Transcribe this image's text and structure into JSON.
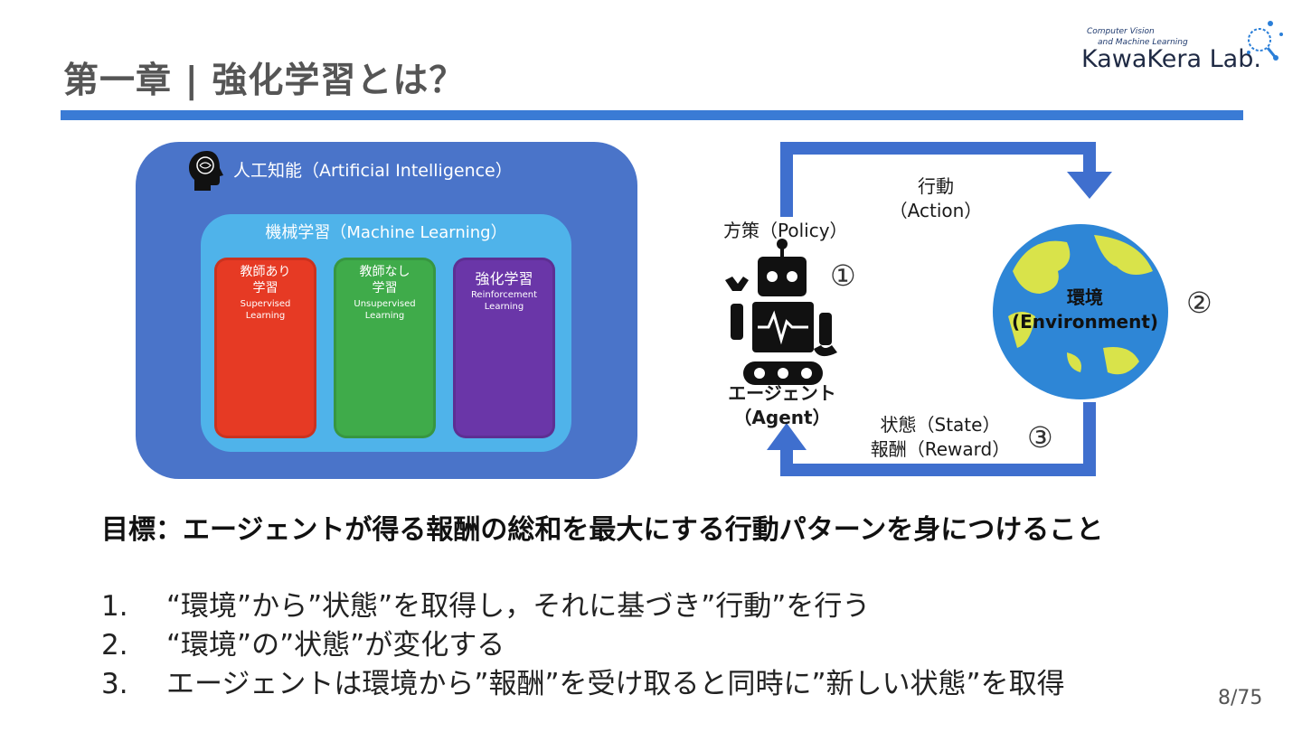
{
  "slide": {
    "title": "第一章 | 強化学習とは？",
    "page_number": "8/75"
  },
  "logo": {
    "line1": "Computer Vision",
    "line2": "and Machine Learning",
    "name": "KawaKera Lab.",
    "accent": "#2b7fd8"
  },
  "ai_diagram": {
    "ai_label": "人工知能（Artificial Intelligence）",
    "ml_label": "機械学習（Machine Learning）",
    "cards": [
      {
        "jp": "教師あり\n学習",
        "en": "Supervised\nLearning",
        "color": "#e63a24"
      },
      {
        "jp": "教師なし\n学習",
        "en": "Unsupervised\nLearning",
        "color": "#3fab4a"
      },
      {
        "jp": "強化学習",
        "en": "Reinforcement\nLearning",
        "color": "#6a36a8"
      }
    ],
    "colors": {
      "ai": "#4a74c9",
      "ml": "#4fb3ea"
    }
  },
  "rl_diagram": {
    "action": "行動\n（Action）",
    "policy": "方策（Policy）",
    "agent": "エージェント\n（Agent）",
    "environment": "環境\n(Environment)",
    "state_reward": "状態（State）\n報酬（Reward）",
    "marker1": "①",
    "marker2": "②",
    "marker3": "③",
    "arrow_color": "#3f6fce"
  },
  "goal": "目標：エージェントが得る報酬の総和を最大にする行動パターンを身につけること",
  "steps": [
    {
      "num": "1.",
      "text": "“環境”から”状態”を取得し，それに基づき”行動”を行う"
    },
    {
      "num": "2.",
      "text": "“環境”の”状態”が変化する"
    },
    {
      "num": "3.",
      "text": "エージェントは環境から”報酬”を受け取ると同時に”新しい状態”を取得"
    }
  ]
}
